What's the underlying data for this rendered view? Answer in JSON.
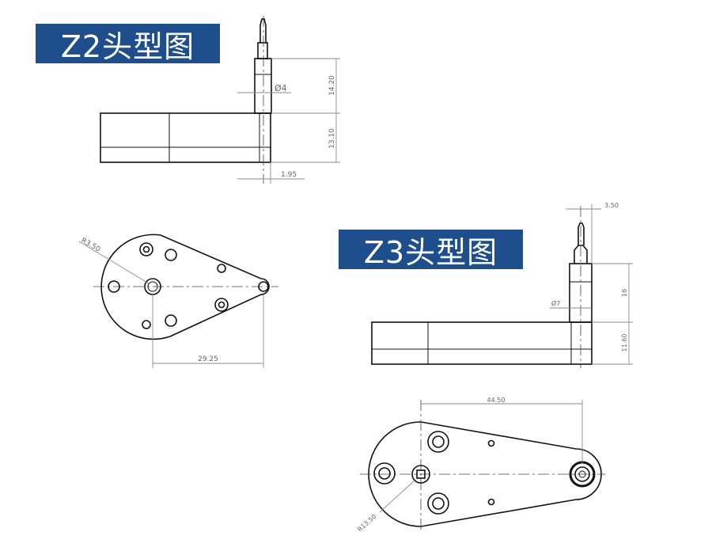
{
  "z2": {
    "title": "Z2头型图",
    "dims": {
      "dia": "Ø4",
      "h_pin": "14.20",
      "h_body": "13.10",
      "offset": "1.95",
      "radius": "R3.50",
      "length": "29.25"
    }
  },
  "z3": {
    "title": "Z3头型图",
    "dims": {
      "offset": "3.50",
      "dia": "Ø7",
      "h_pin": "16",
      "h_body": "11.60",
      "length": "44.50",
      "radius": "R13.50"
    }
  },
  "colors": {
    "badge": "#1f4e8c"
  }
}
